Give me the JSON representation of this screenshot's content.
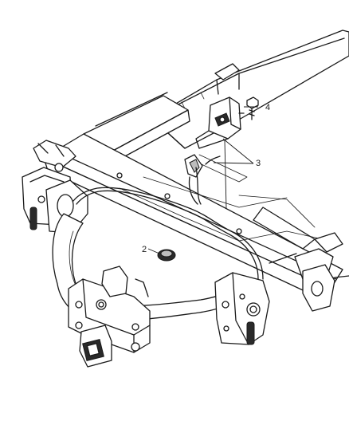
{
  "callouts": [
    {
      "id": "callout-4",
      "label": "4"
    },
    {
      "id": "callout-3",
      "label": "3"
    },
    {
      "id": "callout-2",
      "label": "2"
    }
  ],
  "colors": {
    "line": "#1a1a1a",
    "background": "#ffffff",
    "shade": "#bdbdbd"
  }
}
